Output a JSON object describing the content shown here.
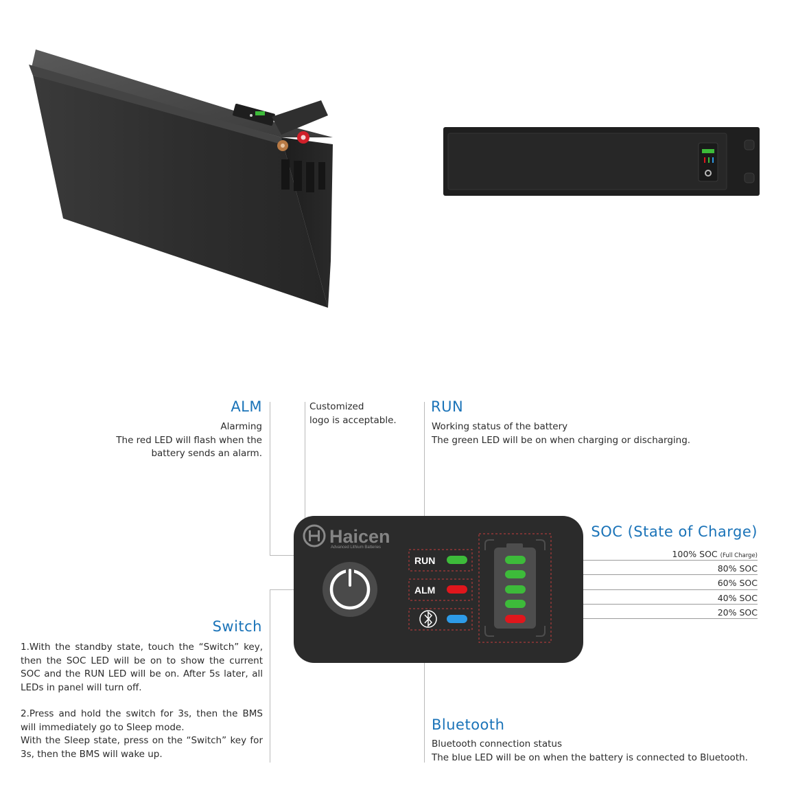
{
  "brand": {
    "name": "Haicen",
    "tagline": "Advanced Lithium Batteries"
  },
  "callouts": {
    "alm": {
      "title": "ALM",
      "line1": "Alarming",
      "line2": "The red LED will flash when the",
      "line3": "battery sends an alarm."
    },
    "logo": {
      "line1": "Customized",
      "line2": "logo is acceptable."
    },
    "run": {
      "title": "RUN",
      "line1": "Working status of the battery",
      "line2": "The green LED will be on when charging or discharging."
    },
    "soc": {
      "title": "SOC (State of Charge)",
      "levels": [
        {
          "label": "100% SOC",
          "note": "(Full Charge)"
        },
        {
          "label": "80% SOC",
          "note": ""
        },
        {
          "label": "60% SOC",
          "note": ""
        },
        {
          "label": "40% SOC",
          "note": ""
        },
        {
          "label": "20% SOC",
          "note": ""
        }
      ]
    },
    "switch": {
      "title": "Switch",
      "p1": "1.With the standby state, touch the “Switch” key, then the SOC LED will be on to show the current SOC and the RUN LED will be on. After 5s later, all LEDs in panel will turn off.",
      "p2": "2.Press and hold the switch for 3s, then the BMS will immediately go to Sleep mode.",
      "p3": "With the Sleep state, press on the “Switch” key for 3s, then the BMS will wake up."
    },
    "bluetooth": {
      "title": "Bluetooth",
      "line1": "Bluetooth connection status",
      "line2": "The blue LED will be on when the battery is connected to Bluetooth."
    }
  },
  "panel": {
    "run_label": "RUN",
    "alm_label": "ALM",
    "colors": {
      "green": "#3dbb3a",
      "red": "#e0161c",
      "blue": "#2d9be8",
      "panel": "#2b2b2b"
    }
  }
}
